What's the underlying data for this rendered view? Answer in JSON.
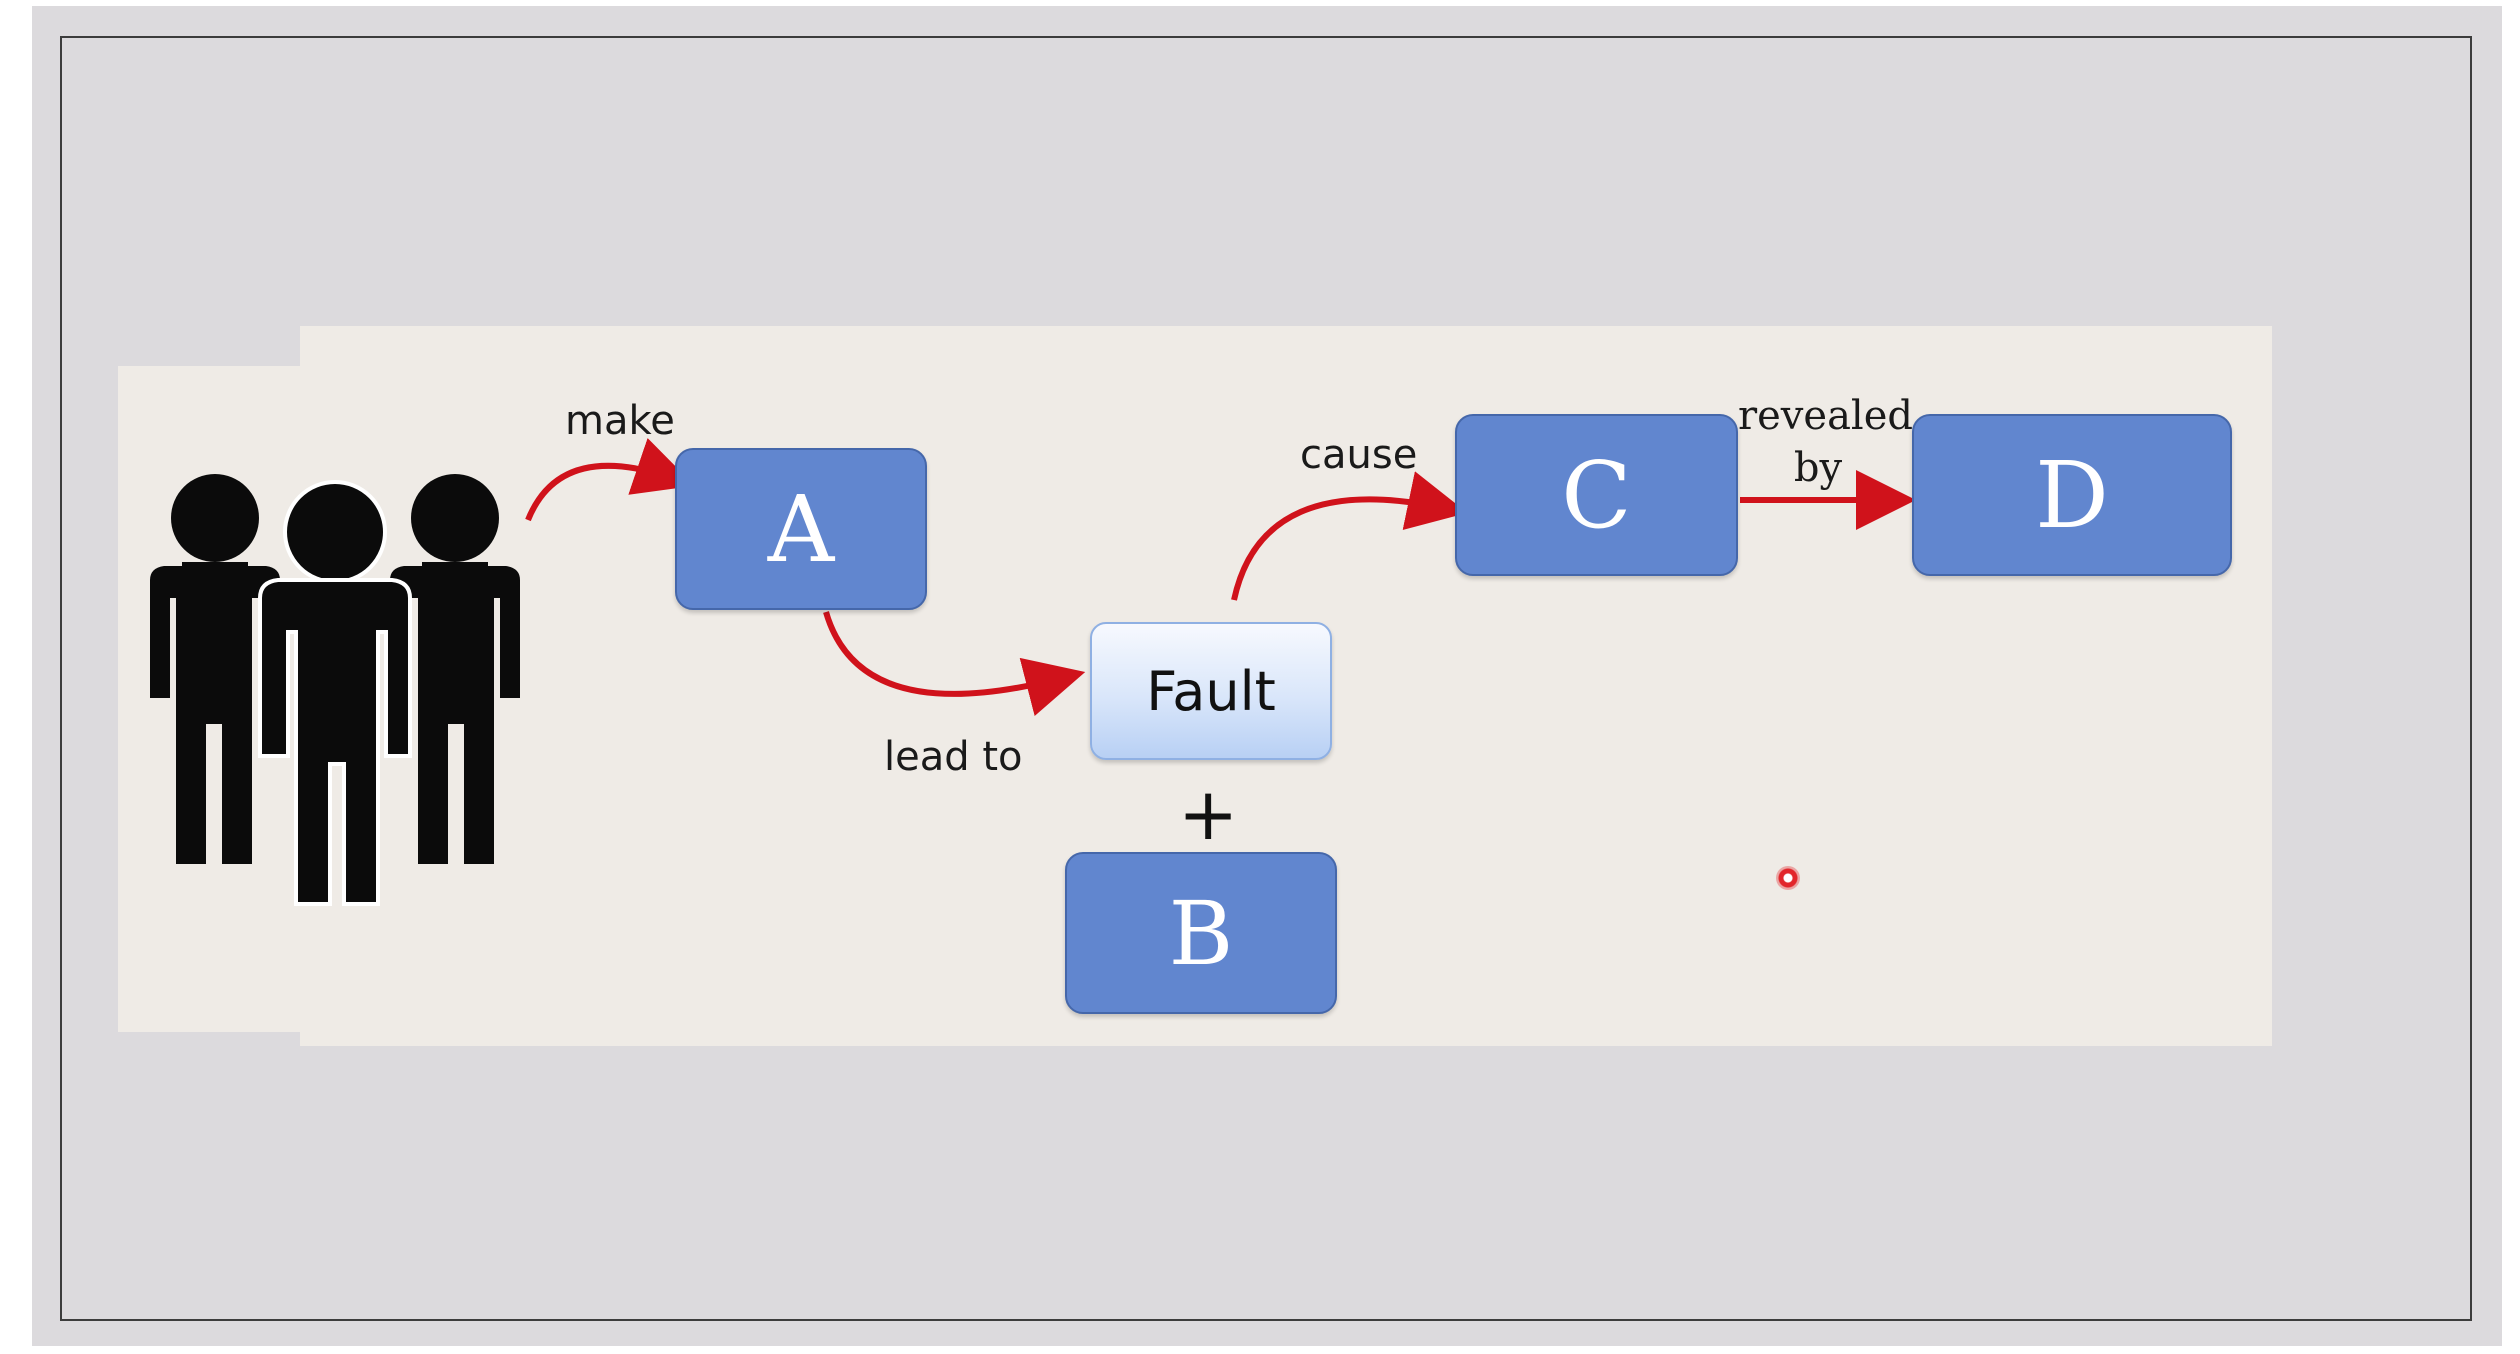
{
  "diagram": {
    "nodes": {
      "a": "A",
      "b": "B",
      "c": "C",
      "d": "D",
      "fault": "Fault"
    },
    "edges": {
      "make": "make",
      "lead_to": "lead to",
      "cause": "cause",
      "revealed_by_line1": "revealed",
      "revealed_by_line2": "by",
      "plus": "+"
    }
  },
  "colors": {
    "node_fill": "#6186cf",
    "fault_fill": "#d9e6fa",
    "arrow": "#d0121b",
    "slide_bg": "#efebe6",
    "screen_bg": "#dcdadd"
  },
  "icons": {
    "people": "people-group-icon",
    "pointer": "laser-pointer-icon"
  }
}
